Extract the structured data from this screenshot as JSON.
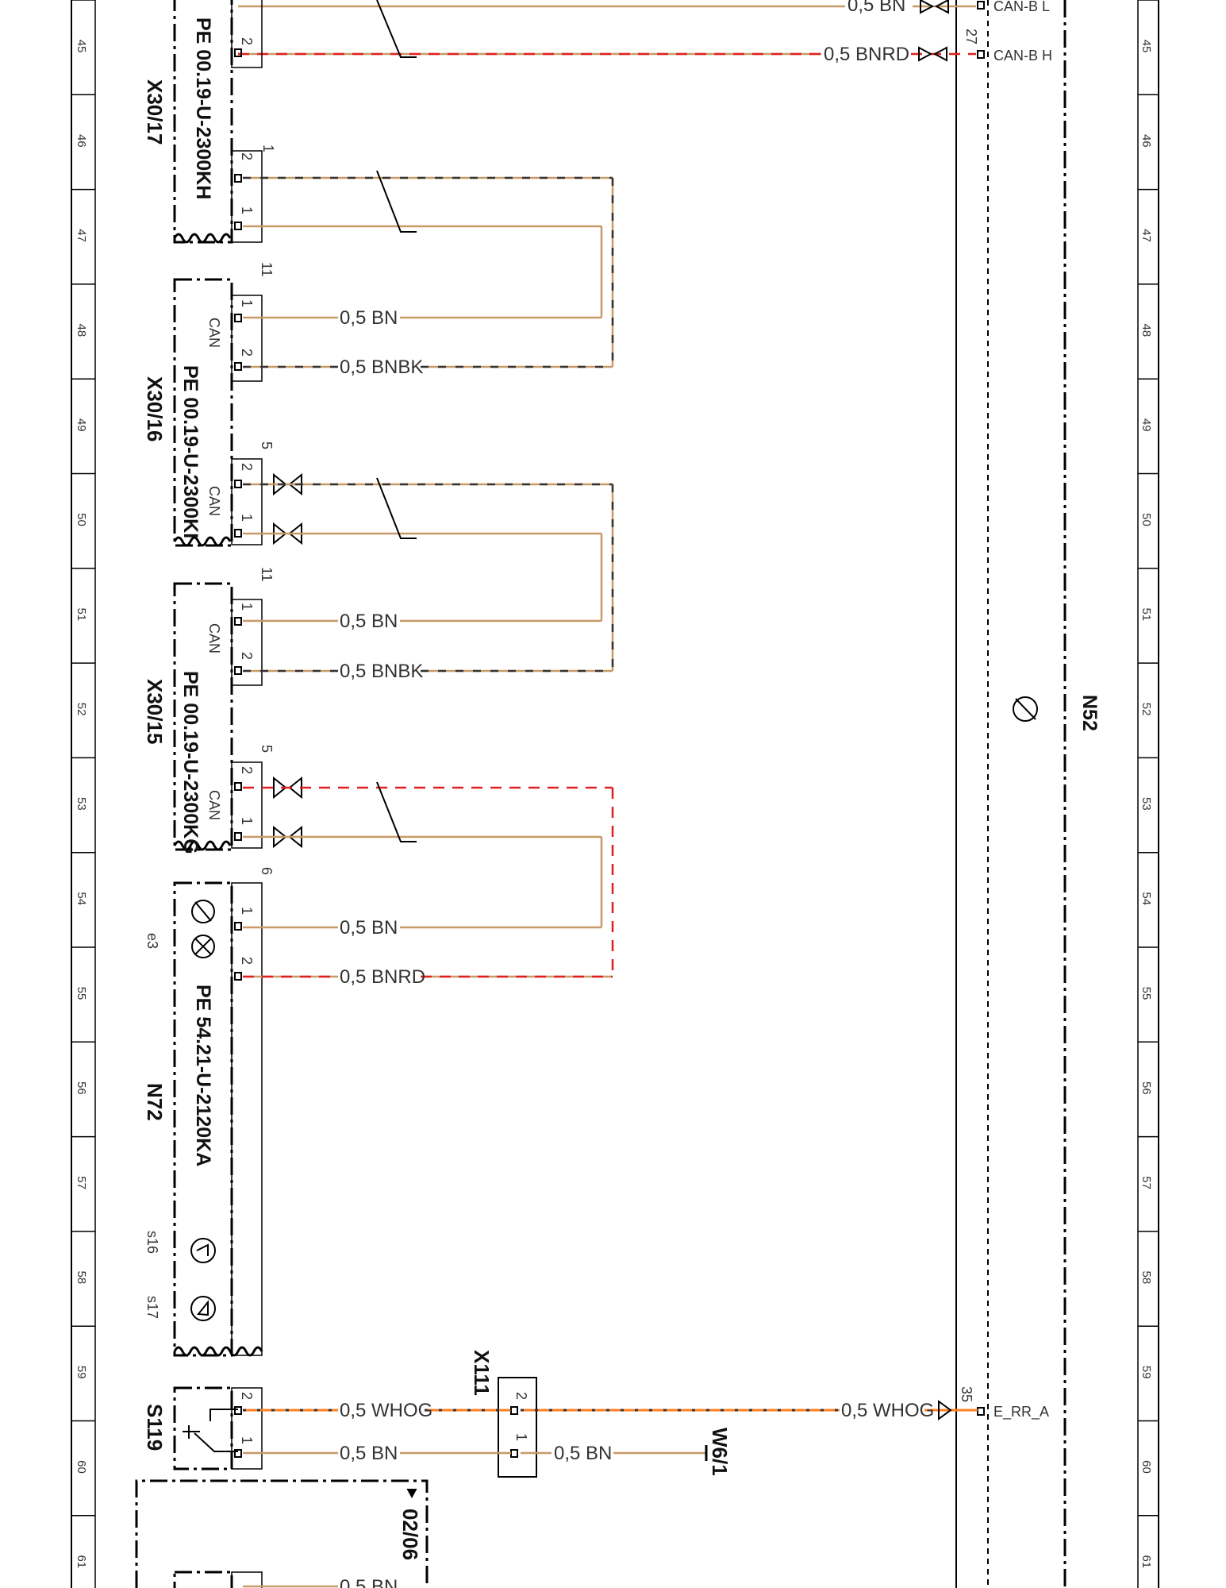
{
  "ruler_ticks": [
    "45",
    "46",
    "47",
    "48",
    "49",
    "50",
    "51",
    "52",
    "53",
    "54",
    "55",
    "56",
    "57",
    "58",
    "59",
    "60",
    "61"
  ],
  "colors": {
    "BN": "#c89a68",
    "BK": "#333333",
    "RD": "#e02020",
    "OG": "#ff7f1f",
    "WH": "#dddddd",
    "frame": "#000000"
  },
  "modules": {
    "n52": {
      "label": "N52",
      "pins": [
        {
          "number": "27",
          "name": "CAN-B H"
        },
        {
          "number": "",
          "name": "CAN-B L"
        },
        {
          "number": "35",
          "name": "E_RR_A"
        }
      ]
    },
    "n72": {
      "label": "N72",
      "part_number": "PE 54.21-U-2120KA",
      "sub_labels": [
        "e3",
        "s16",
        "s17"
      ],
      "connector_no": "6"
    },
    "x30_17": {
      "label": "X30/17",
      "part_number": "PE 00.19-U-2300KH",
      "connector_no": "1"
    },
    "x30_16": {
      "label": "X30/16",
      "part_number": "PE 00.19-U-2300KI",
      "can_labels": [
        "CAN",
        "CAN"
      ],
      "connector_nos": [
        "11",
        "5"
      ]
    },
    "x30_15": {
      "label": "X30/15",
      "part_number": "PE 00.19-U-2300KG",
      "can_labels": [
        "CAN",
        "CAN"
      ],
      "connector_nos": [
        "11",
        "5"
      ]
    },
    "s119": {
      "label": "S119"
    },
    "x111": {
      "label": "X111"
    },
    "w6_1": {
      "label": "W6/1"
    },
    "ref_box": {
      "label": "02/06"
    }
  },
  "wires": [
    {
      "id": "top-bn",
      "label": "0,5  BN"
    },
    {
      "id": "top-bnrd",
      "label": "0,5  BNRD"
    },
    {
      "id": "x16-1",
      "label": "0,5  BN"
    },
    {
      "id": "x16-2",
      "label": "0,5  BNBK"
    },
    {
      "id": "x15-1",
      "label": "0,5  BN"
    },
    {
      "id": "x15-2",
      "label": "0,5  BNBK"
    },
    {
      "id": "n72-1",
      "label": "0,5  BN"
    },
    {
      "id": "n72-2",
      "label": "0,5  BNRD"
    },
    {
      "id": "s119-2",
      "label": "0,5  WHOG"
    },
    {
      "id": "s119-1",
      "label": "0,5  BN"
    },
    {
      "id": "x111-2",
      "label": "0,5  WHOG"
    },
    {
      "id": "x111-1",
      "label": "0,5  BN"
    },
    {
      "id": "bottom",
      "label": "0,5  BN"
    }
  ]
}
